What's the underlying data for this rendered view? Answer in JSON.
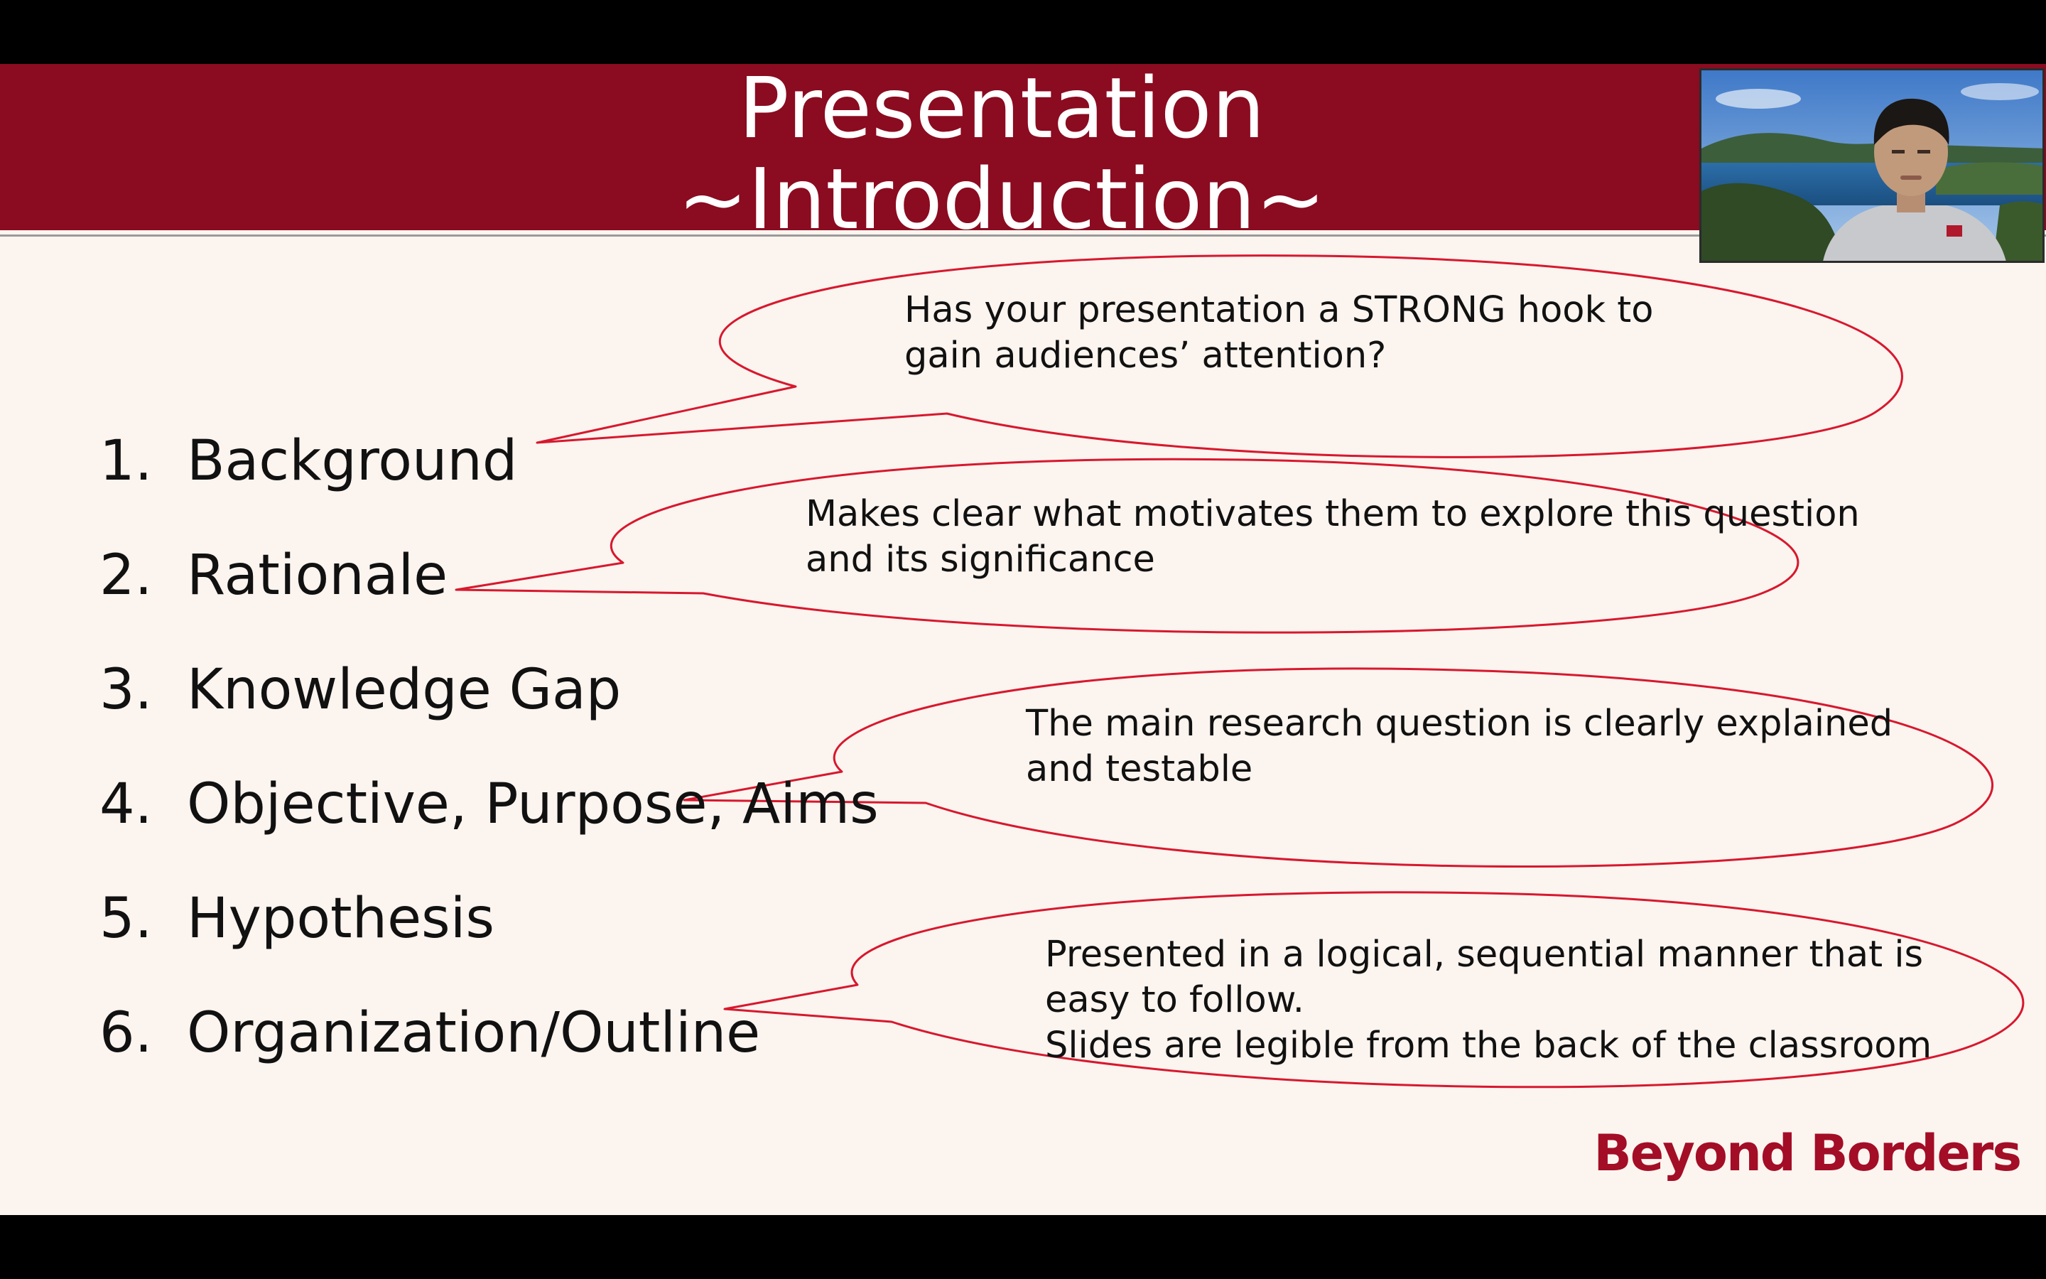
{
  "slide": {
    "title_line1": "Presentation",
    "title_line2": "~Introduction~",
    "outline": [
      {
        "number": "1.",
        "label": "Background"
      },
      {
        "number": "2.",
        "label": "Rationale"
      },
      {
        "number": "3.",
        "label": "Knowledge Gap"
      },
      {
        "number": "4.",
        "label": "Objective, Purpose, Aims"
      },
      {
        "number": "5.",
        "label": "Hypothesis"
      },
      {
        "number": "6.",
        "label": "Organization/Outline"
      }
    ],
    "callouts": [
      {
        "lines": [
          "Has your presentation a STRONG hook to",
          "gain audiences’ attention?"
        ]
      },
      {
        "lines": [
          "Makes clear what motivates them to explore this question",
          "and its significance"
        ]
      },
      {
        "lines": [
          "The main research question is clearly explained",
          "and testable"
        ]
      },
      {
        "lines": [
          "Presented in a logical, sequential manner that is",
          "easy to follow.",
          "Slides are legible from the back of the classroom"
        ]
      }
    ],
    "brand": "Beyond Borders"
  },
  "colors": {
    "header": "#8b0b20",
    "background": "#fcf4ef",
    "callout_outline": "#d7182e",
    "brand": "#a30d26"
  }
}
